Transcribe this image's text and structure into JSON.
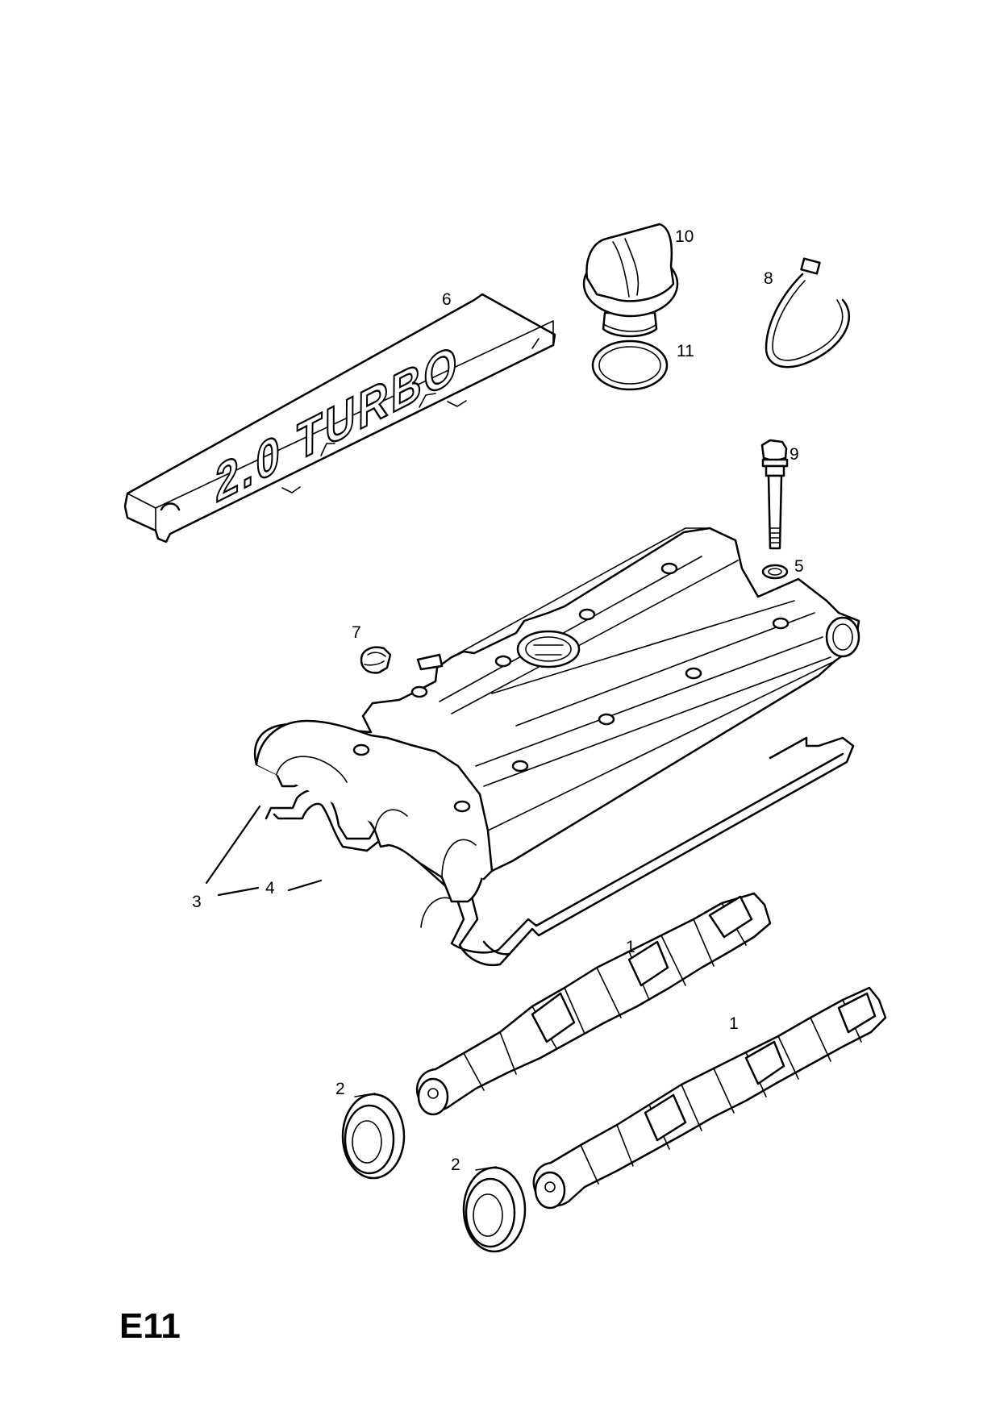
{
  "page_code": "E11",
  "cover_lettering": "2.0 TURBO",
  "part_labels": [
    {
      "id": "label-1a",
      "text": "1"
    },
    {
      "id": "label-1b",
      "text": "1"
    },
    {
      "id": "label-2a",
      "text": "2"
    },
    {
      "id": "label-2b",
      "text": "2"
    },
    {
      "id": "label-3",
      "text": "3"
    },
    {
      "id": "label-4",
      "text": "4"
    },
    {
      "id": "label-5",
      "text": "5"
    },
    {
      "id": "label-6",
      "text": "6"
    },
    {
      "id": "label-7",
      "text": "7"
    },
    {
      "id": "label-8",
      "text": "8"
    },
    {
      "id": "label-9",
      "text": "9"
    },
    {
      "id": "label-10",
      "text": "10"
    },
    {
      "id": "label-11",
      "text": "11"
    }
  ]
}
